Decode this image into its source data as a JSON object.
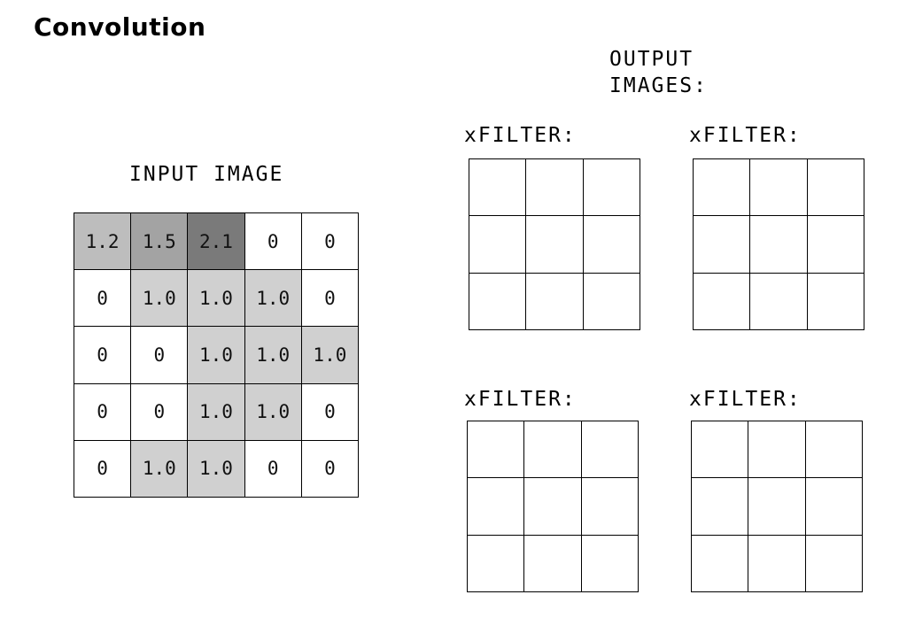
{
  "title": "Convolution",
  "output_heading": {
    "line1": "OUTPUT",
    "line2": "IMAGES:"
  },
  "input_heading": "INPUT IMAGE",
  "input_grid": {
    "cells": [
      [
        "1.2",
        "1.5",
        "2.1",
        "0",
        "0"
      ],
      [
        "0",
        "1.0",
        "1.0",
        "1.0",
        "0"
      ],
      [
        "0",
        "0",
        "1.0",
        "1.0",
        "1.0"
      ],
      [
        "0",
        "0",
        "1.0",
        "1.0",
        "0"
      ],
      [
        "0",
        "1.0",
        "1.0",
        "0",
        "0"
      ]
    ],
    "shades": [
      [
        "#bdbdbd",
        "#a3a3a3",
        "#7a7a7a",
        "#ffffff",
        "#ffffff"
      ],
      [
        "#ffffff",
        "#d0d0d0",
        "#d0d0d0",
        "#d0d0d0",
        "#ffffff"
      ],
      [
        "#ffffff",
        "#ffffff",
        "#d0d0d0",
        "#d0d0d0",
        "#d0d0d0"
      ],
      [
        "#ffffff",
        "#ffffff",
        "#d0d0d0",
        "#d0d0d0",
        "#ffffff"
      ],
      [
        "#ffffff",
        "#d0d0d0",
        "#d0d0d0",
        "#ffffff",
        "#ffffff"
      ]
    ]
  },
  "filters": [
    {
      "label": "xFILTER:"
    },
    {
      "label": "xFILTER:"
    },
    {
      "label": "xFILTER:"
    },
    {
      "label": "xFILTER:"
    }
  ]
}
